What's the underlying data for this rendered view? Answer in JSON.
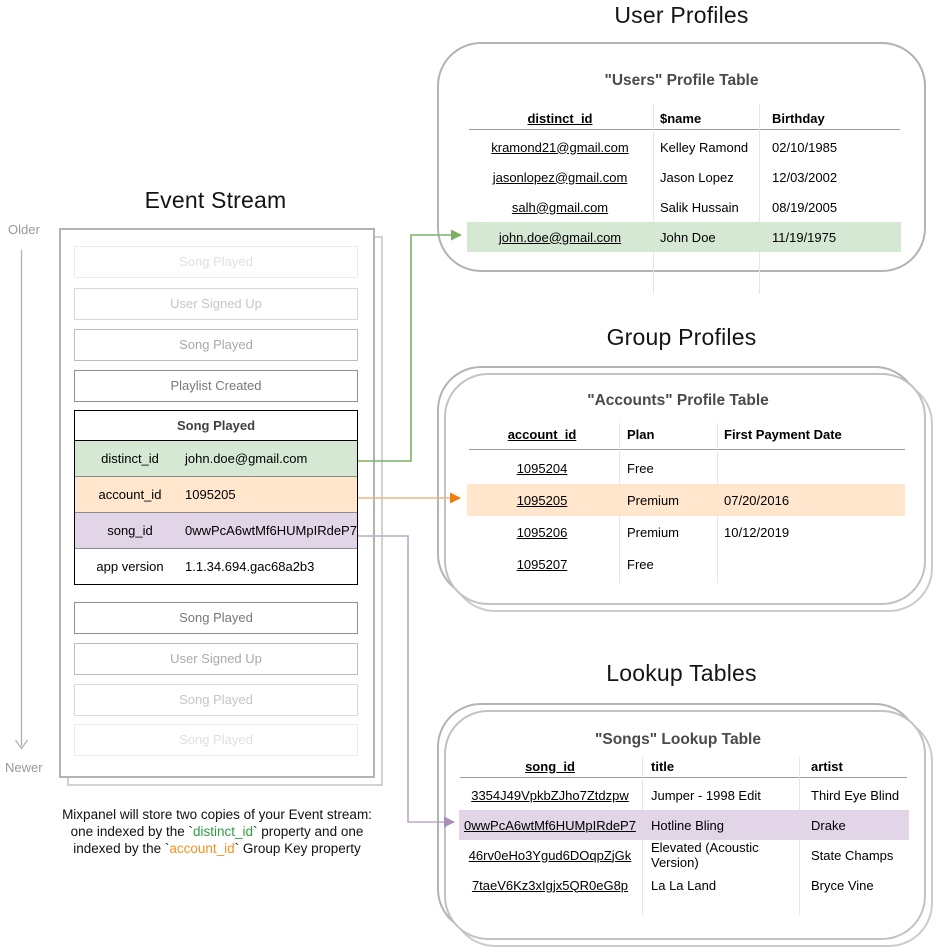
{
  "titles": {
    "event_stream": "Event Stream",
    "user_profiles": "User Profiles",
    "group_profiles": "Group Profiles",
    "lookup_tables": "Lookup Tables"
  },
  "timeline": {
    "older_label": "Older",
    "newer_label": "Newer"
  },
  "event_stream": {
    "events_before": [
      {
        "label": "Song Played"
      },
      {
        "label": "User Signed Up"
      },
      {
        "label": "Song Played"
      },
      {
        "label": "Playlist Created"
      }
    ],
    "expanded_event": {
      "title": "Song Played",
      "properties": [
        {
          "key": "distinct_id",
          "value": "john.doe@gmail.com",
          "highlight": "green"
        },
        {
          "key": "account_id",
          "value": "1095205",
          "highlight": "orange"
        },
        {
          "key": "song_id",
          "value": "0wwPcA6wtMf6HUMpIRdeP7",
          "highlight": "purple"
        },
        {
          "key": "app version",
          "value": "1.1.34.694.gac68a2b3",
          "highlight": "none"
        }
      ]
    },
    "events_after": [
      {
        "label": "Song Played"
      },
      {
        "label": "User Signed Up"
      },
      {
        "label": "Song Played"
      },
      {
        "label": "Song Played"
      }
    ]
  },
  "caption": {
    "line1": "Mixpanel will store two copies of your Event stream:",
    "line2_pre": "one indexed by the `",
    "line2_code": "distinct_id",
    "line2_post": "` property and one",
    "line3_pre": "indexed by the `",
    "line3_code": "account_id",
    "line3_post": "` Group Key property"
  },
  "users_table": {
    "card_title": "\"Users\" Profile Table",
    "columns": [
      "distinct_id",
      "$name",
      "Birthday"
    ],
    "rows": [
      {
        "id": "kramond21@gmail.com",
        "name": "Kelley Ramond",
        "birthday": "02/10/1985"
      },
      {
        "id": "jasonlopez@gmail.com",
        "name": "Jason Lopez",
        "birthday": "12/03/2002"
      },
      {
        "id": "salh@gmail.com",
        "name": "Salik Hussain",
        "birthday": "08/19/2005"
      },
      {
        "id": "john.doe@gmail.com",
        "name": "John Doe",
        "birthday": "11/19/1975"
      }
    ],
    "highlighted_row": 3
  },
  "accounts_table": {
    "card_title": "\"Accounts\" Profile Table",
    "columns": [
      "account_id",
      "Plan",
      "First Payment Date"
    ],
    "rows": [
      {
        "id": "1095204",
        "plan": "Free",
        "first_payment": ""
      },
      {
        "id": "1095205",
        "plan": "Premium",
        "first_payment": "07/20/2016"
      },
      {
        "id": "1095206",
        "plan": "Premium",
        "first_payment": "10/12/2019"
      },
      {
        "id": "1095207",
        "plan": "Free",
        "first_payment": ""
      }
    ],
    "highlighted_row": 1
  },
  "songs_table": {
    "card_title": "\"Songs\" Lookup Table",
    "columns": [
      "song_id",
      "title",
      "artist"
    ],
    "rows": [
      {
        "id": "3354J49VpkbZJho7Ztdzpw",
        "title": "Jumper - 1998 Edit",
        "artist": "Third Eye Blind"
      },
      {
        "id": "0wwPcA6wtMf6HUMpIRdeP7",
        "title": "Hotline Bling",
        "artist": "Drake"
      },
      {
        "id": "46rv0eHo3Ygud6DOqpZjGk",
        "title": "Elevated (Acoustic Version)",
        "artist": "State Champs"
      },
      {
        "id": "7taeV6Kz3xIgjx5QR0eG8p",
        "title": "La La Land",
        "artist": "Bryce Vine"
      }
    ],
    "highlighted_row": 1
  },
  "colors": {
    "green_fill": "#d5e8d4",
    "green_line": "#7cb165",
    "green_head": "#7cb165",
    "orange_fill": "#ffe6cc",
    "orange_line": "#eab87f",
    "orange_head": "#ee7d0c",
    "purple_fill": "#e1d5e7",
    "purple_line": "#bda7ca",
    "purple_head": "#a98fb8",
    "caption_green": "#2e9e44",
    "caption_orange": "#f59120",
    "timeline_gray": "#b0b0b0"
  }
}
